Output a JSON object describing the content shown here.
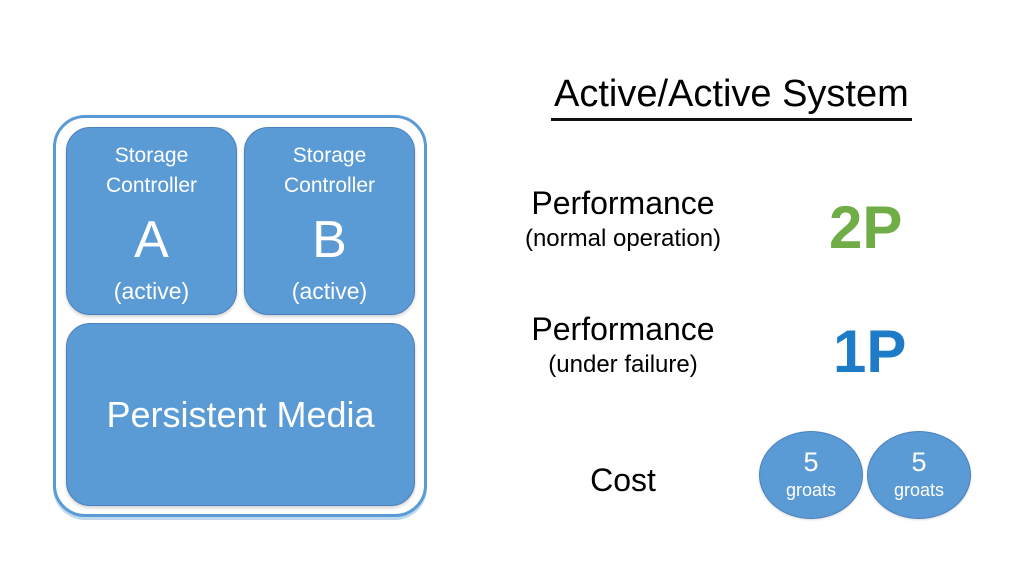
{
  "panel": {
    "title": "Active/Active System",
    "rows": [
      {
        "label": "Performance",
        "sublabel": "(normal operation)",
        "value": "2P",
        "value_color": "#70AD47"
      },
      {
        "label": "Performance",
        "sublabel": "(under failure)",
        "value": "1P",
        "value_color": "#1E7BC8"
      },
      {
        "label": "Cost"
      }
    ],
    "coins": [
      {
        "amount": "5",
        "unit": "groats"
      },
      {
        "amount": "5",
        "unit": "groats"
      }
    ]
  },
  "diagram": {
    "controllers": [
      {
        "label": "Storage Controller",
        "letter": "A",
        "state": "(active)"
      },
      {
        "label": "Storage Controller",
        "letter": "B",
        "state": "(active)"
      }
    ],
    "media_label": "Persistent Media"
  },
  "colors": {
    "shape_fill": "#5B9BD5",
    "shape_border": "#4C80BF",
    "value_green": "#70AD47",
    "value_blue": "#1E7BC8",
    "text": "#000000"
  }
}
